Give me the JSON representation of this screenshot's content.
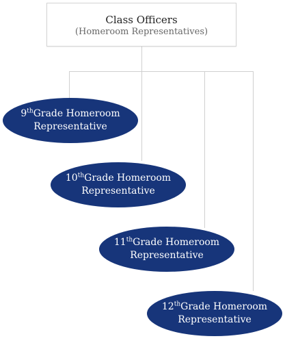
{
  "header": {
    "title": "Class Officers",
    "subtitle": "(Homeroom Representatives)"
  },
  "nodes": [
    {
      "num": "9",
      "sup": "th",
      "line1": "Grade Homeroom",
      "line2": "Representative"
    },
    {
      "num": "10",
      "sup": "th",
      "line1": "Grade Homeroom",
      "line2": "Representative"
    },
    {
      "num": "11",
      "sup": "th",
      "line1": "Grade Homeroom",
      "line2": "Representative"
    },
    {
      "num": "12",
      "sup": "th",
      "line1": "Grade Homeroom",
      "line2": "Representative"
    }
  ],
  "colors": {
    "node_fill": "#17357a",
    "line": "#cfcfcf"
  }
}
